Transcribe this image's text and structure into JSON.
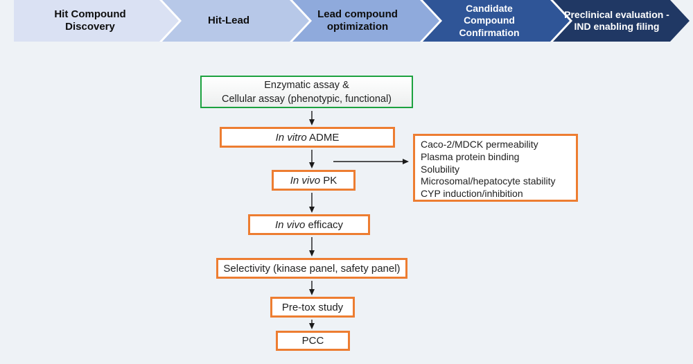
{
  "banner": {
    "stages": [
      {
        "label": "Hit Compound Discovery",
        "color": "#dae1f3",
        "text_color": "#0d0d0d"
      },
      {
        "label": "Hit-Lead",
        "color": "#b7c8e8",
        "text_color": "#0d0d0d"
      },
      {
        "label": "Lead compound optimization",
        "color": "#8faadc",
        "text_color": "#0d0d0d"
      },
      {
        "label": "Candidate Compound Confirmation",
        "color": "#2f5597",
        "text_color": "#ffffff"
      },
      {
        "label": "Preclinical evaluation - IND enabling filing",
        "color": "#203864",
        "text_color": "#ffffff"
      }
    ],
    "separator_color": "#ffffff"
  },
  "flowchart": {
    "arrow_color": "#1a1a1a",
    "boxes": {
      "assay": {
        "line1": "Enzymatic assay &",
        "line2": "Cellular assay (phenotypic, functional)",
        "border_color": "#1ca23f"
      },
      "adme": {
        "italic": "In vitro",
        "rest": " ADME",
        "border_color": "#ed7d31"
      },
      "pk": {
        "italic": "In vivo",
        "rest": " PK",
        "border_color": "#ed7d31"
      },
      "efficacy": {
        "italic": "In vivo",
        "rest": " efficacy",
        "border_color": "#ed7d31"
      },
      "selectivity": {
        "italic": "",
        "rest": "Selectivity (kinase panel, safety panel)",
        "border_color": "#ed7d31"
      },
      "pretox": {
        "italic": "",
        "rest": "Pre-tox study",
        "border_color": "#ed7d31"
      },
      "pcc": {
        "italic": "",
        "rest": "PCC",
        "border_color": "#ed7d31"
      }
    },
    "side_panel": {
      "border_color": "#ed7d31",
      "items": [
        "Caco-2/MDCK permeability",
        "Plasma protein binding",
        "Solubility",
        "Microsomal/hepatocyte stability",
        "CYP induction/inhibition"
      ]
    }
  }
}
